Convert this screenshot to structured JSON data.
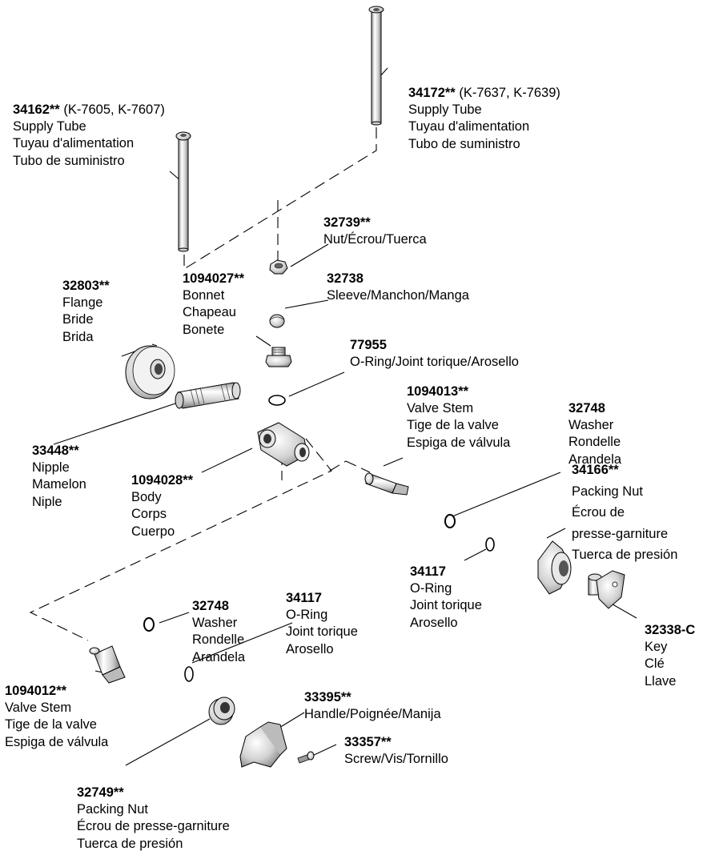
{
  "parts": [
    {
      "id": "supply-tube-short",
      "number": "34162**",
      "note": "(K-7605, K-7607)",
      "lines": [
        "Supply Tube",
        "Tuyau d'alimentation",
        "Tubo de suministro"
      ]
    },
    {
      "id": "supply-tube-long",
      "number": "34172**",
      "note": "(K-7637, K-7639)",
      "lines": [
        "Supply Tube",
        "Tuyau d'alimentation",
        "Tubo de suministro"
      ]
    },
    {
      "id": "nut",
      "number": "32739**",
      "note": "",
      "lines": [
        "Nut/Écrou/Tuerca"
      ]
    },
    {
      "id": "bonnet",
      "number": "1094027**",
      "note": "",
      "lines": [
        "Bonnet",
        "Chapeau",
        "Bonete"
      ]
    },
    {
      "id": "flange",
      "number": "32803**",
      "note": "",
      "lines": [
        "Flange",
        "Bride",
        "Brida"
      ]
    },
    {
      "id": "sleeve",
      "number": "32738",
      "note": "",
      "lines": [
        "Sleeve/Manchon/Manga"
      ]
    },
    {
      "id": "o-ring-top",
      "number": "77955",
      "note": "",
      "lines": [
        "O-Ring/Joint torique/Arosello"
      ]
    },
    {
      "id": "valve-stem-right",
      "number": "1094013**",
      "note": "",
      "lines": [
        "Valve Stem",
        "Tige de la valve",
        "Espiga de válvula"
      ]
    },
    {
      "id": "washer-right",
      "number": "32748",
      "note": "",
      "lines": [
        "Washer",
        "Rondelle",
        "Arandela"
      ]
    },
    {
      "id": "nipple",
      "number": "33448**",
      "note": "",
      "lines": [
        "Nipple",
        "Mamelon",
        "Niple"
      ]
    },
    {
      "id": "body",
      "number": "1094028**",
      "note": "",
      "lines": [
        "Body",
        "Corps",
        "Cuerpo"
      ]
    },
    {
      "id": "packing-nut-right",
      "number": "34166**",
      "note": "",
      "lines": [
        "Packing Nut",
        "Écrou de",
        "presse-garniture",
        "Tuerca de presión"
      ]
    },
    {
      "id": "o-ring-right",
      "number": "34117",
      "note": "",
      "lines": [
        "O-Ring",
        "Joint torique",
        "Arosello"
      ]
    },
    {
      "id": "key",
      "number": "32338-C",
      "note": "",
      "lines": [
        "Key",
        "Clé",
        "Llave"
      ]
    },
    {
      "id": "washer-left",
      "number": "32748",
      "note": "",
      "lines": [
        "Washer",
        "Rondelle",
        "Arandela"
      ]
    },
    {
      "id": "o-ring-left",
      "number": "34117",
      "note": "",
      "lines": [
        "O-Ring",
        "Joint torique",
        "Arosello"
      ]
    },
    {
      "id": "valve-stem-left",
      "number": "1094012**",
      "note": "",
      "lines": [
        "Valve Stem",
        "Tige de la valve",
        "Espiga de válvula"
      ]
    },
    {
      "id": "handle",
      "number": "33395**",
      "note": "",
      "lines": [
        "Handle/Poignée/Manija"
      ]
    },
    {
      "id": "screw",
      "number": "33357**",
      "note": "",
      "lines": [
        "Screw/Vis/Tornillo"
      ]
    },
    {
      "id": "packing-nut-left",
      "number": "32749**",
      "note": "",
      "lines": [
        "Packing Nut",
        "Écrou de presse-garniture",
        "Tuerca de presión"
      ]
    }
  ]
}
